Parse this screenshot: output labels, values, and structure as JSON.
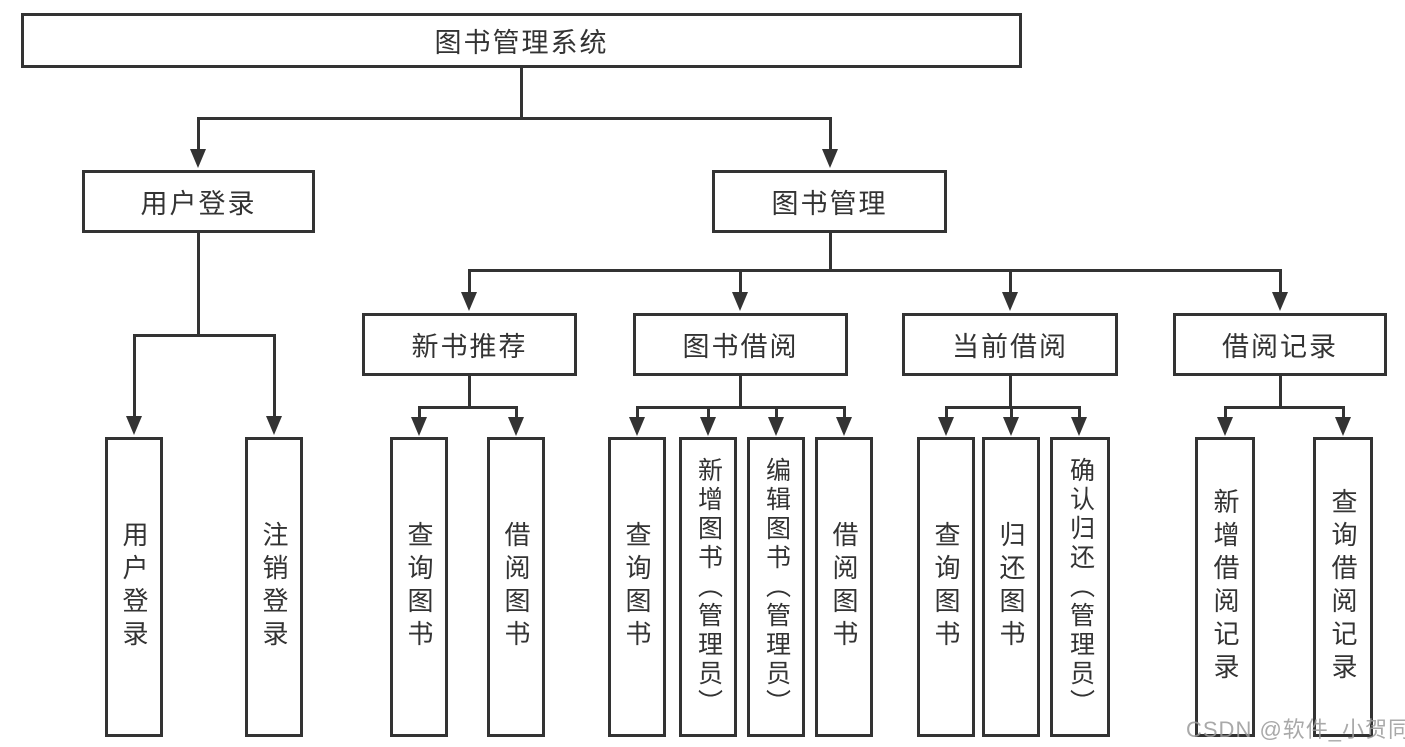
{
  "colors": {
    "line": "#333333",
    "text": "#333333",
    "box_background": "#ffffff",
    "page_background": "#ffffff",
    "watermark": "#9b9b9b"
  },
  "diagram": {
    "root": {
      "label": "图书管理系统"
    },
    "level2": [
      {
        "label": "用户登录"
      },
      {
        "label": "图书管理"
      }
    ],
    "level3": [
      {
        "label": "新书推荐"
      },
      {
        "label": "图书借阅"
      },
      {
        "label": "当前借阅"
      },
      {
        "label": "借阅记录"
      }
    ],
    "leaves": [
      {
        "label": "用户登录"
      },
      {
        "label": "注销登录"
      },
      {
        "label": "查询图书"
      },
      {
        "label": "借阅图书"
      },
      {
        "label": "查询图书"
      },
      {
        "label": "新增图书（管理员）"
      },
      {
        "label": "编辑图书（管理员）"
      },
      {
        "label": "借阅图书"
      },
      {
        "label": "查询图书"
      },
      {
        "label": "归还图书"
      },
      {
        "label": "确认归还（管理员）"
      },
      {
        "label": "新增借阅记录"
      },
      {
        "label": "查询借阅记录"
      }
    ]
  },
  "watermark": {
    "text": "CSDN @软件_小贺同学"
  }
}
